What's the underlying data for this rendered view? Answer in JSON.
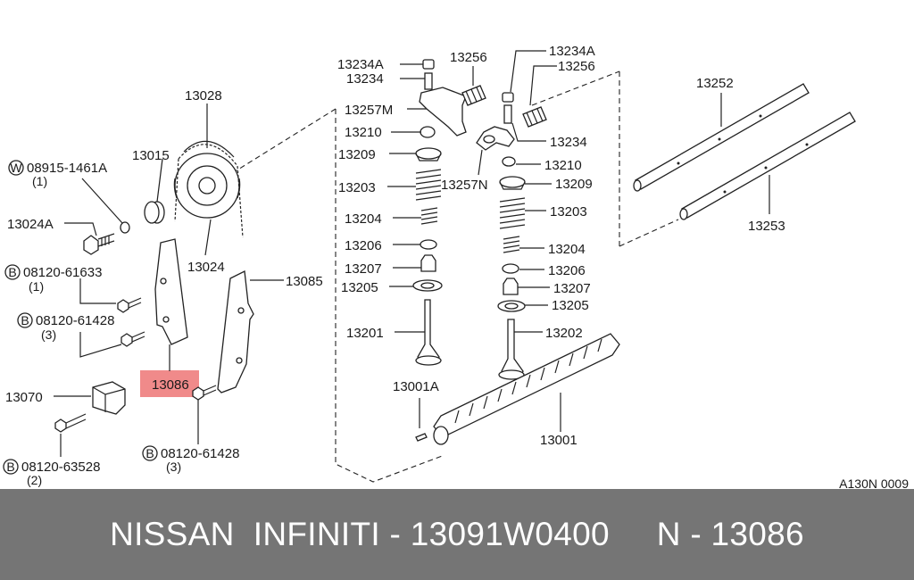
{
  "labels": {
    "l13234a_l": "13234A",
    "l13234_l": "13234",
    "l13256_c": "13256",
    "l13234a_r": "13234A",
    "l13256_r": "13256",
    "l13257m": "13257M",
    "l13210_l": "13210",
    "l13209_l": "13209",
    "l13203_l": "13203",
    "l13204_l": "13204",
    "l13206_l": "13206",
    "l13207_l": "13207",
    "l13205_l": "13205",
    "l13201": "13201",
    "l13234_r": "13234",
    "l13210_r": "13210",
    "l13257n": "13257N",
    "l13209_r": "13209",
    "l13203_r": "13203",
    "l13204_r": "13204",
    "l13206_r": "13206",
    "l13207_r": "13207",
    "l13205_r": "13205",
    "l13202": "13202",
    "l13001a": "13001A",
    "l13001": "13001",
    "l13252": "13252",
    "l13253": "13253",
    "l13028": "13028",
    "l13015": "13015",
    "l13024": "13024",
    "l13024a": "13024A",
    "l13085": "13085",
    "l13086": "13086",
    "l13070": "13070",
    "w_num": "08915-1461A",
    "w_qty": "(1)",
    "b1_num": "08120-61633",
    "b1_qty": "(1)",
    "b2_num": "08120-61428",
    "b2_qty": "(3)",
    "b3_num": "08120-61428",
    "b3_qty": "(3)",
    "b4_num": "08120-63528",
    "b4_qty": "(2)",
    "w_mark": "W",
    "b_mark": "B",
    "diagram_code": "A130N 0009"
  },
  "highlight": {
    "part": "13086",
    "color": "#f08a8a"
  },
  "footer": {
    "text": "NISSAN  INFINITI - 13091W0400     N - 13086",
    "bg": "#757575"
  }
}
